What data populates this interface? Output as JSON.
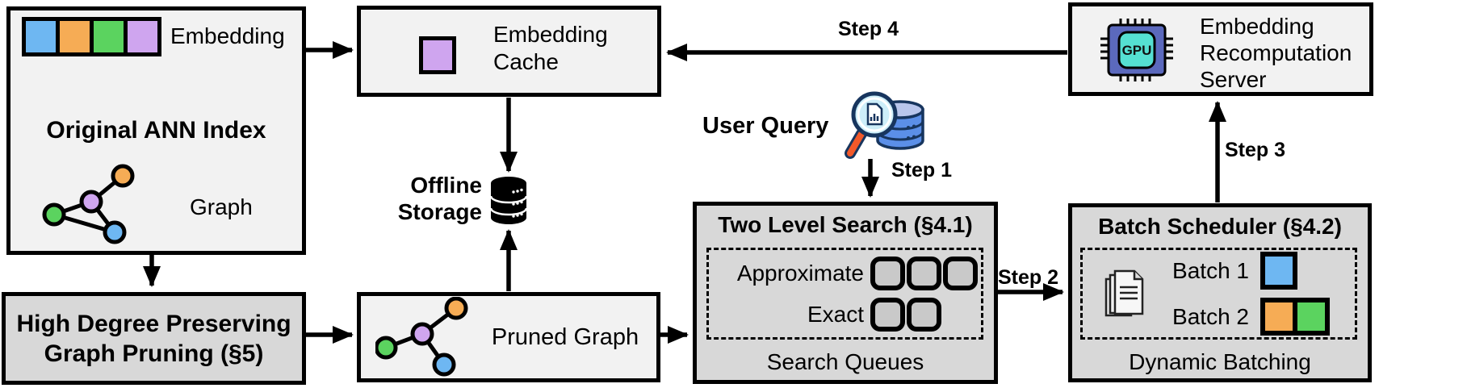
{
  "boxes": {
    "original_index": {
      "title": "Original ANN Index",
      "embedding_label": "Embedding",
      "graph_label": "Graph",
      "embedding_colors": [
        "#6eb7f2",
        "#f6ac55",
        "#5bd35f",
        "#cfa5ef"
      ]
    },
    "graph_pruning": {
      "line1": "High Degree Preserving",
      "line2": "Graph Pruning (§5)"
    },
    "embedding_cache": {
      "line1": "Embedding",
      "line2": "Cache",
      "cached_square_colors": [
        "#cfa5ef"
      ]
    },
    "offline_storage": {
      "line1": "Offline",
      "line2": "Storage"
    },
    "pruned_graph": {
      "label": "Pruned Graph"
    },
    "user_query": {
      "label": "User Query"
    },
    "two_level_search": {
      "title": "Two Level Search (§4.1)",
      "approximate_label": "Approximate",
      "exact_label": "Exact",
      "caption": "Search Queues",
      "approximate_slots": [
        "#c9c9c9",
        "#c9c9c9",
        "#c9c9c9"
      ],
      "exact_slots": [
        "#c9c9c9",
        "#c9c9c9"
      ]
    },
    "batch_scheduler": {
      "title": "Batch Scheduler (§4.2)",
      "batch1_label": "Batch 1",
      "batch2_label": "Batch 2",
      "caption": "Dynamic Batching",
      "batch1_colors": [
        "#6eb7f2"
      ],
      "batch2_colors": [
        "#f6ac55",
        "#5bd35f"
      ]
    },
    "recomputation_server": {
      "line1": "Embedding",
      "line2": "Recomputation",
      "line3": "Server",
      "gpu_label": "GPU"
    }
  },
  "steps": {
    "step1": "Step 1",
    "step2": "Step 2",
    "step3": "Step 3",
    "step4": "Step 4"
  },
  "colors": {
    "node_blue": "#6eb7f2",
    "node_orange": "#f6ac55",
    "node_green": "#5bd35f",
    "node_purple": "#cfa5ef",
    "box_light_bg": "#f2f2f2",
    "box_gray_bg": "#d8d8d8",
    "queue_slot_bg": "#c9c9c9",
    "gpu_chip_body": "#5b69bd",
    "gpu_chip_core": "#55e0d2",
    "query_db_blue": "#5b8fe8",
    "query_db_top": "#b9c6ec",
    "query_outline_navy": "#17355e",
    "query_lens": "#cdeef9",
    "magnifier_handle_orange": "#f2592a",
    "line_black": "#000000"
  },
  "icons": {
    "embedding_vector": "colored-square-strip",
    "ann_graph": "node-link-graph",
    "cached_embedding": "purple-square",
    "offline_storage": "black-database-cylinder",
    "user_query": "magnifier-over-database",
    "search_queue_slot": "rounded-square",
    "batch_documents": "stacked-documents",
    "gpu_chip": "gpu-chip-with-pins"
  }
}
